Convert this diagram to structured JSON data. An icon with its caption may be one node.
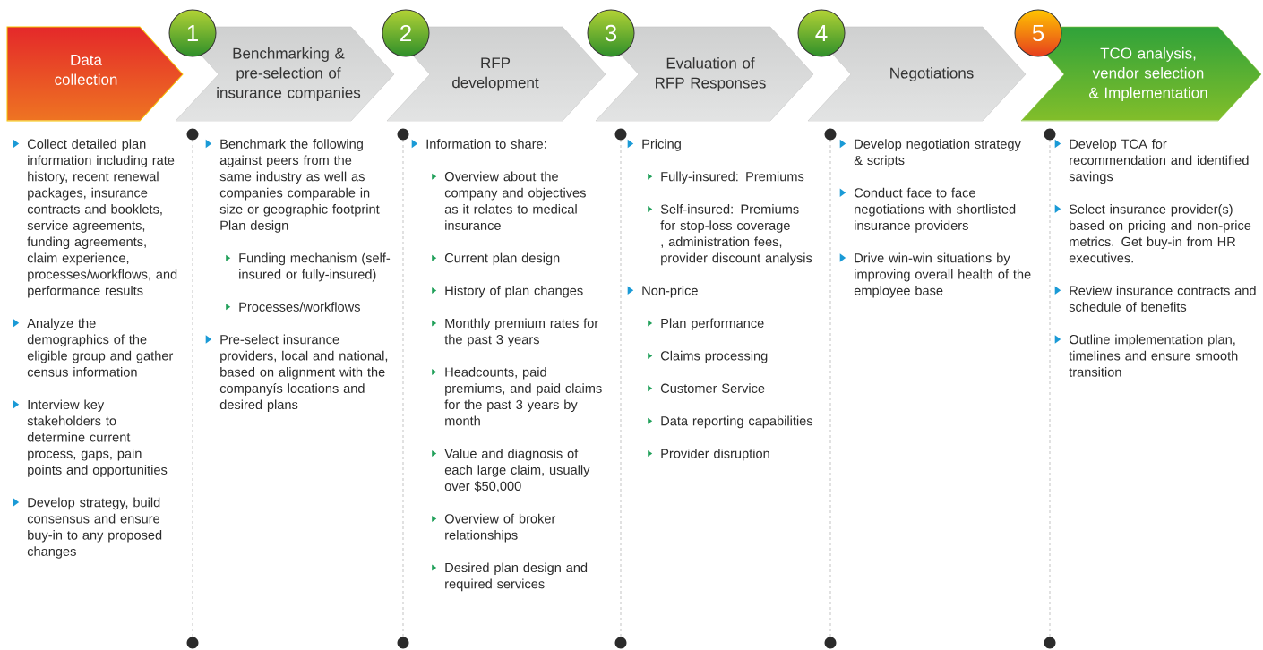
{
  "diagram": {
    "nodes": [
      {
        "text": [
          "Data collection"
        ],
        "beside": [
          "Collect detailed plan information including rate history, recent renewal packages, insurance contracts and booklets, service agreements, funding agreements, claim experience, processes/workflows, and performance results",
          "Analyze the demographics of the eligible group and gather census information",
          "Interview key stakeholders to determine current process, gaps, pain points and opportunities",
          "Develop strategy, build consensus and ensure buy-in to any proposed changes"
        ]
      },
      {
        "text": [
          "1"
        ]
      },
      {
        "text": [
          "Benchmarking & pre-selection of insurance companies"
        ],
        "beside": [
          "Benchmark the following against peers from the same industry as well as companies comparable in size or geographic footprint Plan design",
          "Funding mechanism (self-insured or fully-insured)",
          "Processes/workflows",
          "Pre-select insurance providers, local and national, based on alignment with the companyís locations and desired plans"
        ]
      },
      {
        "text": [
          "2"
        ]
      },
      {
        "text": [
          "RFP development"
        ],
        "beside": [
          "Information to share:",
          "Overview about the company and objectives as it relates to medical insurance",
          "Current plan design",
          "History of plan changes",
          "Monthly premium rates for the past 3 years",
          "Headcounts, paid premiums, and paid claims for the past 3 years by month",
          "Value and diagnosis of each large claim, usually over $50,000",
          "Overview of broker relationships",
          "Desired plan design and required services"
        ]
      },
      {
        "text": [
          "3"
        ]
      },
      {
        "text": [
          "Evaluation of RFP Responses"
        ],
        "beside": [
          "Pricing",
          "Fully-insured: Premiums",
          "Self-insured: Premiums for stop-loss coverage , administration fees, provider discount analysis",
          "Non-price",
          "Plan performance",
          "Claims processing",
          "Customer Service",
          "Data reporting capabilities",
          "Provider disruption"
        ]
      },
      {
        "text": [
          "4"
        ]
      },
      {
        "text": [
          "Negotiations"
        ],
        "beside": [
          "Develop negotiation strategy & scripts",
          "Conduct face to face negotiations with shortlisted insurance providers",
          "Drive win-win situations by improving overall health of the employee base"
        ]
      },
      {
        "text": [
          "5"
        ]
      },
      {
        "text": [
          "TCO analysis, vendor selection & Implementation"
        ],
        "beside": [
          "Develop TCA for recommendation and identified savings",
          "Select insurance provider(s) based on pricing and non-price metrics. Get buy-in from HR executives.",
          "Review insurance contracts and schedule of benefits",
          "Outline implementation plan,  timelines and ensure smooth transition"
        ]
      }
    ]
  }
}
